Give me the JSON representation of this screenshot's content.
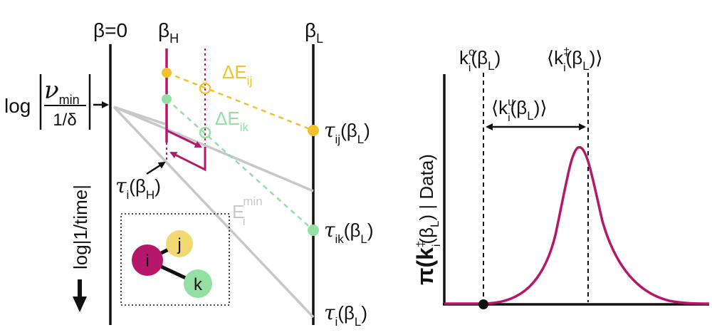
{
  "colors": {
    "magenta": "#B5176B",
    "yellow": "#F2C12E",
    "green": "#93E0A2",
    "gray": "#C8C8C8",
    "black": "#111111"
  },
  "left_panel": {
    "beta0": "β=0",
    "betaH": {
      "base": "β",
      "sub": "H"
    },
    "betaL": {
      "base": "β",
      "sub": "L"
    },
    "log_label": "log",
    "frac_num": {
      "base": "ν",
      "sub": "min"
    },
    "frac_den": "1/δ",
    "vertical_axis": "log|1/time|",
    "dE_ij": {
      "base": "ΔE",
      "sub": "ij"
    },
    "dE_ik": {
      "base": "ΔE",
      "sub": "ik"
    },
    "tau_ij": {
      "sym": "τ",
      "sub": "ij",
      "arg_open": "(β",
      "arg_sub": "L",
      "arg_close": ")"
    },
    "tau_ik": {
      "sym": "τ",
      "sub": "ik",
      "arg_open": "(β",
      "arg_sub": "L",
      "arg_close": ")"
    },
    "tau_iL": {
      "sym": "τ",
      "sub": "i",
      "arg_open": "(β",
      "arg_sub": "L",
      "arg_close": ")"
    },
    "tau_iH": {
      "sym": "τ",
      "sub": "i",
      "arg_open": "(β",
      "arg_sub": "H",
      "arg_close": ")"
    },
    "E_min": {
      "base": "E",
      "sub": "i",
      "sup": "min"
    },
    "inset_nodes": {
      "i": "i",
      "j": "j",
      "k": "k"
    }
  },
  "right_panel": {
    "ylabel": "π(k‡i(βL) | Data)",
    "ylabel_parts": {
      "pi": "π(k",
      "sup": "‡",
      "sub": "i",
      "mid": "(β",
      "sub2": "L",
      "end": ") | Data)"
    },
    "k0": {
      "base": "k",
      "sup": "o",
      "sub": "i",
      "arg_open": "(β",
      "arg_sub": "L",
      "arg_close": ")"
    },
    "k_mean": {
      "open": "⟨k",
      "sup": "‡",
      "sub": "i",
      "arg_open": "(β",
      "arg_sub": "L",
      "arg_close": ")⟩"
    },
    "k_unc": {
      "open": "⟨k",
      "sup": "u",
      "sub": "i",
      "arg_open": "(β",
      "arg_sub": "L",
      "arg_close": ")⟩"
    }
  }
}
